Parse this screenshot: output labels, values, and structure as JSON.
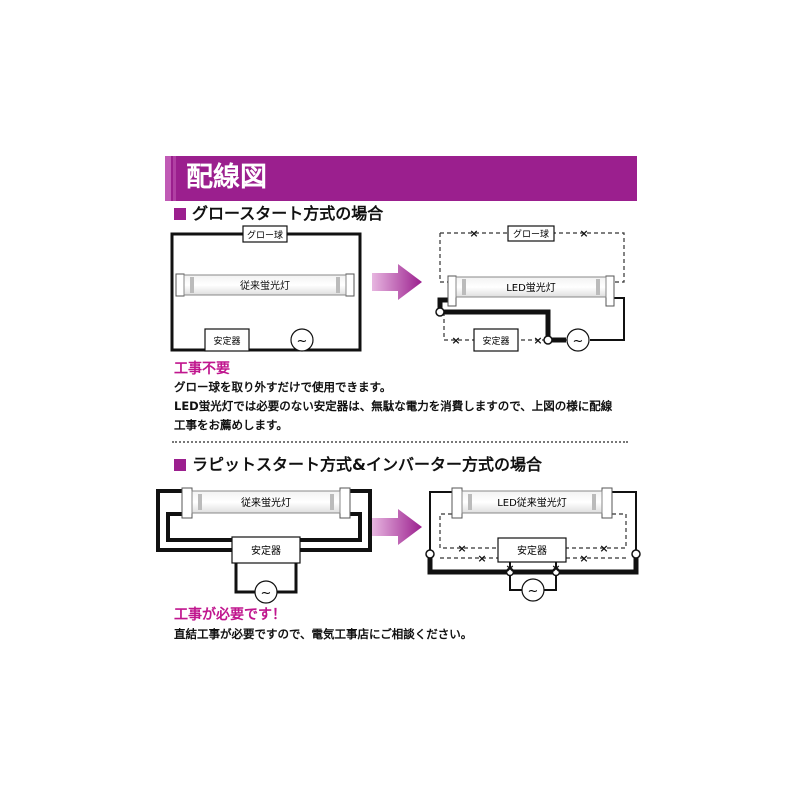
{
  "title": "配線図",
  "section1": {
    "heading": "グロースタート方式の場合",
    "before": {
      "glow_label": "グロー球",
      "tube_label": "従来蛍光灯",
      "ballast_label": "安定器"
    },
    "after": {
      "glow_label": "グロー球",
      "tube_label": "LED蛍光灯",
      "ballast_label": "安定器"
    },
    "note_head": "工事不要",
    "note_lines": [
      "グロー球を取り外すだけで使用できます。",
      "LED蛍光灯では必要のない安定器は、無駄な電力を消費しますので、上図の様に配線",
      "工事をお薦めします。"
    ]
  },
  "section2": {
    "heading": "ラピットスタート方式&インバーター方式の場合",
    "before": {
      "tube_label": "従来蛍光灯",
      "ballast_label": "安定器"
    },
    "after": {
      "tube_label": "LED従来蛍光灯",
      "ballast_label": "安定器"
    },
    "note_head": "工事が必要です！",
    "note_lines": [
      "直結工事が必要ですので、電気工事店にご相談ください。"
    ]
  },
  "symbols": {
    "ac_source": "~",
    "cut_mark": "×"
  },
  "colors": {
    "accent": "#9b1f8e",
    "note": "#c0168e",
    "arrow": "#9b1f8e"
  }
}
